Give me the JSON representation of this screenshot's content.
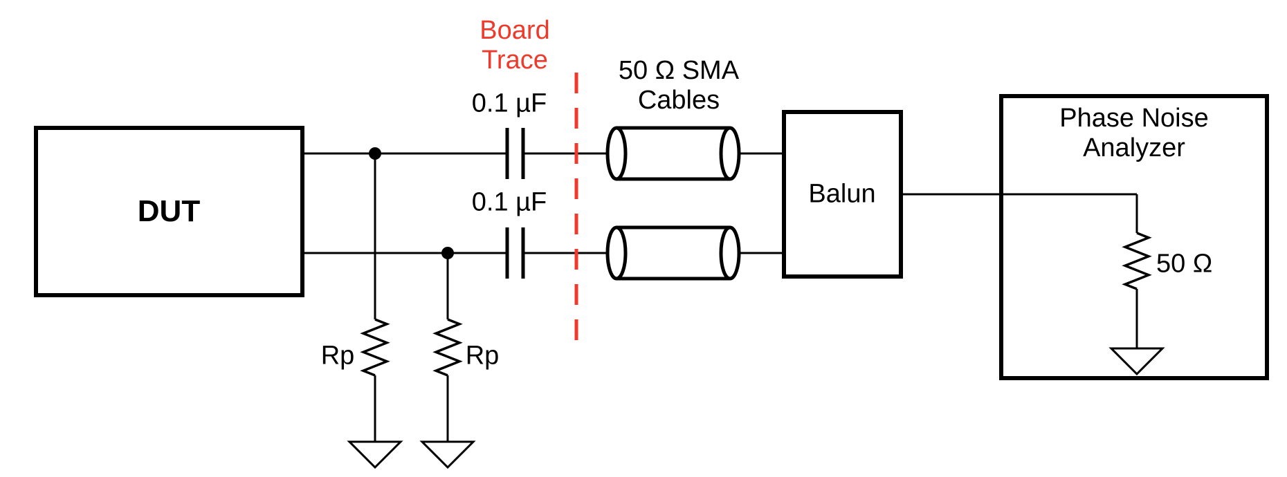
{
  "figure": {
    "dut": {
      "label": "DUT"
    },
    "board_trace": {
      "label": "Board Trace"
    },
    "capacitors": {
      "top_label": "0.1 µF",
      "bottom_label": "0.1 µF"
    },
    "sma_cables": {
      "label": "50 Ω SMA Cables"
    },
    "balun": {
      "label": "Balun"
    },
    "phase_noise_analyzer": {
      "label": "Phase Noise Analyzer",
      "load_resistor_label": "50 Ω"
    },
    "pull_resistors": {
      "left_label": "Rp",
      "right_label": "Rp"
    }
  },
  "colors": {
    "line_black": "#000000",
    "trace_red": "#ED3A2B",
    "background": "#FFFFFF"
  }
}
